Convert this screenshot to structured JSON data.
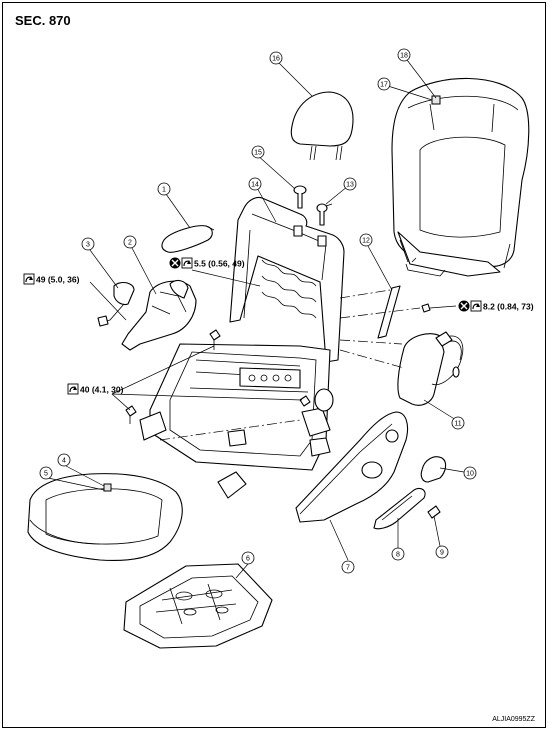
{
  "header": {
    "section": "SEC. 870"
  },
  "figure_code": "ALJIA0995ZZ",
  "callouts": [
    "1",
    "2",
    "3",
    "4",
    "5",
    "6",
    "7",
    "8",
    "9",
    "10",
    "11",
    "12",
    "13",
    "14",
    "15",
    "16",
    "17",
    "18"
  ],
  "torque_specs": {
    "t1": "49 (5.0, 36)",
    "t2": "5.5 (0.56, 49)",
    "t3": "8.2 (0.84, 73)",
    "t4": "40 (4.1, 30)"
  },
  "icons": {
    "tighten": "tightening-torque-icon",
    "replace": "always-replace-icon"
  }
}
